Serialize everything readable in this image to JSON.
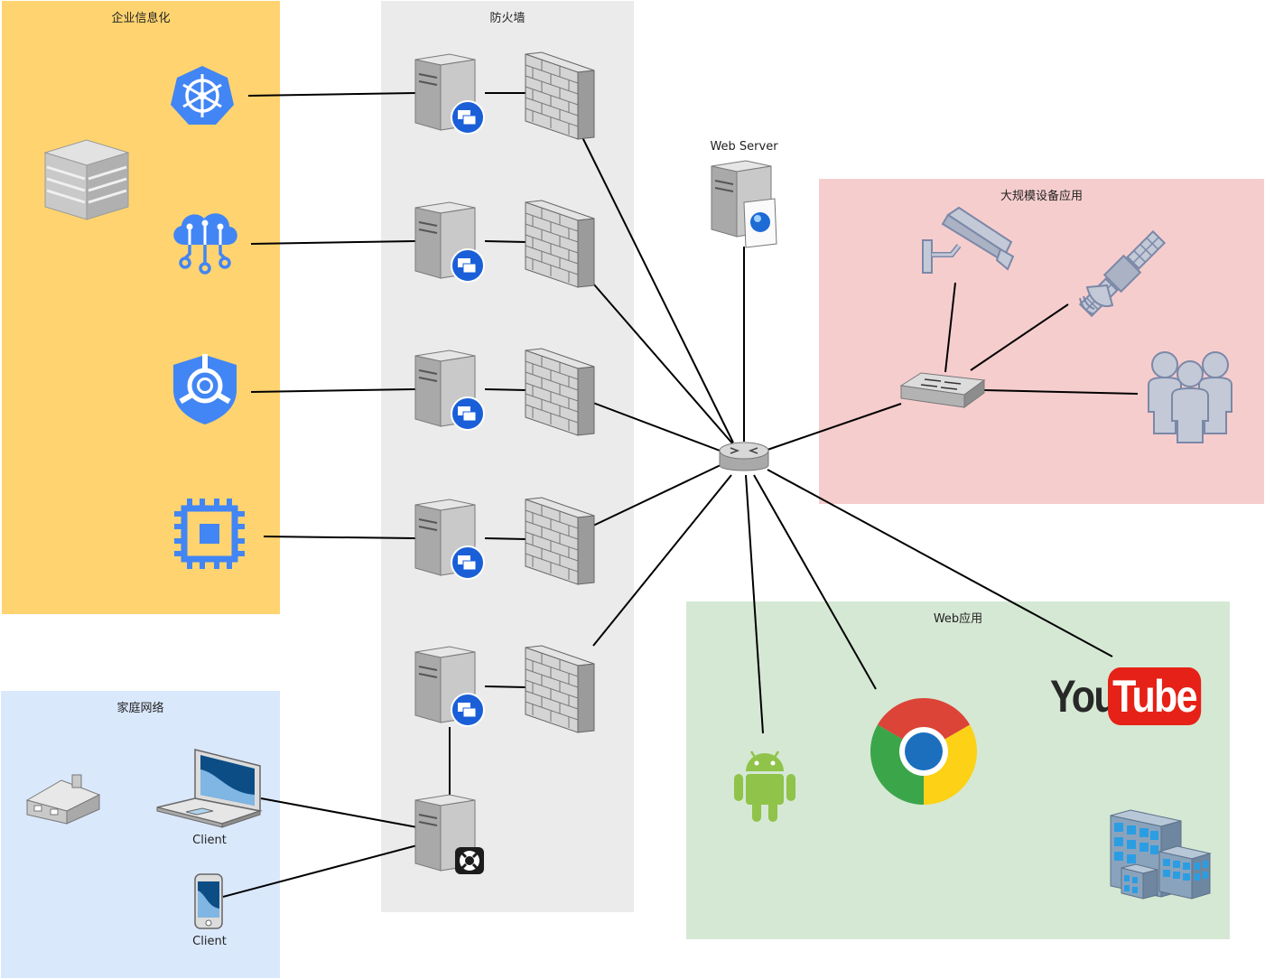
{
  "zones": {
    "enterprise": {
      "title": "企业信息化",
      "color": "#ffd470"
    },
    "firewall": {
      "title": "防火墙",
      "color": "#ebebeb"
    },
    "iot": {
      "title": "大规模设备应用",
      "color": "#f6cdcd"
    },
    "web": {
      "title": "Web应用",
      "color": "#d5e8d4"
    },
    "home": {
      "title": "家庭网络",
      "color": "#dae8fc"
    }
  },
  "web_server": {
    "label": "Web Server"
  },
  "clients": {
    "laptop": "Client",
    "phone": "Client"
  },
  "youtube": {
    "you": "You",
    "tube": "Tube"
  },
  "icons": {
    "building": "building-icon",
    "kubernetes": "kubernetes-icon",
    "cloud_network": "cloud-network-icon",
    "security": "shield-security-icon",
    "chip": "processor-chip-icon",
    "server": "server-icon",
    "firewall": "firewall-wall-icon",
    "router": "router-icon",
    "switch": "switch-icon",
    "camera": "cctv-camera-icon",
    "satellite": "satellite-icon",
    "users": "user-group-icon",
    "android": "android-icon",
    "chrome": "chrome-icon",
    "youtube": "youtube-logo",
    "office": "office-building-icon",
    "house": "house-icon",
    "laptop": "laptop-icon",
    "phone": "mobile-phone-icon"
  },
  "colors": {
    "google_blue": "#4285f4",
    "line": "#000000",
    "android_green": "#8fc34a",
    "youtube_red": "#e62117"
  }
}
